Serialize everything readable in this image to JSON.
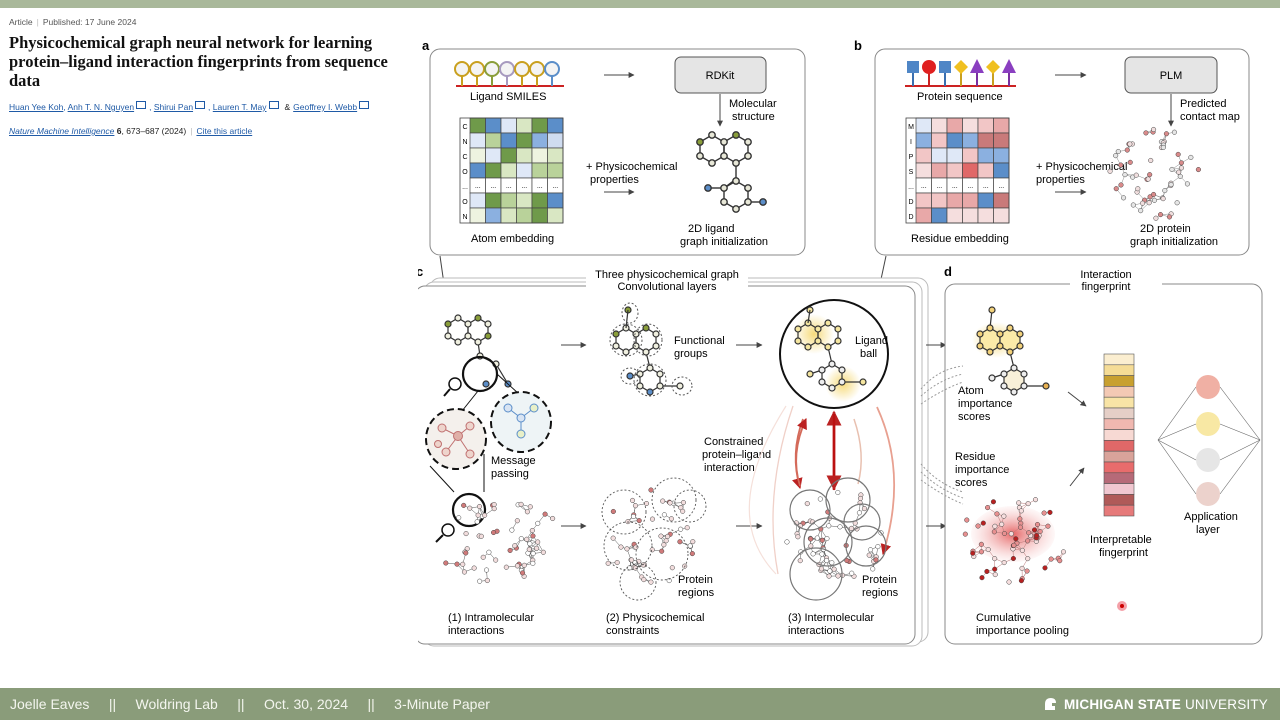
{
  "article": {
    "type": "Article",
    "published": "Published: 17 June 2024",
    "title": "Physicochemical graph neural network for learning protein–ligand interaction fingerprints from sequence data",
    "authors": [
      "Huan Yee Koh",
      "Anh T. N. Nguyen",
      "Shirui Pan",
      "Lauren T. May",
      "Geoffrey I. Webb"
    ],
    "and": "&",
    "journal": "Nature Machine Intelligence",
    "volume": "6",
    "pages": ", 673–687 (2024)",
    "cite": "Cite this article"
  },
  "figure": {
    "a": {
      "letter": "a",
      "smiles_label": "Ligand SMILES",
      "rdkit": "RDKit",
      "mol_structure": [
        "Molecular",
        "structure"
      ],
      "physchem": [
        "+ Physicochemical",
        "properties"
      ],
      "atom_embedding": "Atom embedding",
      "graph_init": [
        "2D ligand",
        "graph initialization"
      ],
      "row_labels": [
        "C",
        "N",
        "C",
        "O",
        "...",
        "O",
        "N"
      ]
    },
    "b": {
      "letter": "b",
      "seq_label": "Protein sequence",
      "plm": "PLM",
      "contact": [
        "Predicted",
        "contact map"
      ],
      "physchem": [
        "+ Physicochemical",
        "properties"
      ],
      "residue_embedding": "Residue embedding",
      "graph_init": [
        "2D protein",
        "graph initialization"
      ],
      "row_labels": [
        "M",
        "I",
        "P",
        "S",
        "...",
        "D",
        "D"
      ]
    },
    "c": {
      "letter": "c",
      "header": [
        "Three physicochemical graph",
        "Convolutional layers"
      ],
      "functional": [
        "Functional",
        "groups"
      ],
      "ligand_ball": [
        "Ligand",
        "ball"
      ],
      "message": [
        "Message",
        "passing"
      ],
      "constrained": [
        "Constrained",
        "protein–ligand",
        "interaction"
      ],
      "protein_regions": [
        "Protein",
        "regions"
      ],
      "step1": [
        "(1) Intramolecular",
        "interactions"
      ],
      "step2": [
        "(2) Physicochemical",
        "constraints"
      ],
      "step3": [
        "(3) Intermolecular",
        "interactions"
      ]
    },
    "d": {
      "letter": "d",
      "header": [
        "Interaction",
        "fingerprint"
      ],
      "atom_scores": [
        "Atom",
        "importance",
        "scores"
      ],
      "residue_scores": [
        "Residue",
        "importance",
        "scores"
      ],
      "interpretable": [
        "Interpretable",
        "fingerprint"
      ],
      "application": [
        "Application",
        "layer"
      ],
      "pooling": [
        "Cumulative",
        "importance pooling"
      ],
      "fingerprint_colors": [
        "#fbeed0",
        "#f5dc96",
        "#c8a030",
        "#f3c9b4",
        "#f8e4a6",
        "#e5cfc7",
        "#f0b8b0",
        "#f7d9d3",
        "#e06868",
        "#d9a39a",
        "#e86c6c",
        "#b66a78",
        "#f0c7d0",
        "#b05a58",
        "#e67a7a"
      ]
    }
  },
  "footer": {
    "text": "Joelle Eaves     ||     Woldring Lab     ||     Oct. 30, 2024     ||     3-Minute Paper",
    "logo_bold": "MICHIGAN STATE",
    "logo_rest": " UNIVERSITY"
  },
  "colors": {
    "topbar": "#a9b89a",
    "footer": "#8a9c7a",
    "link": "#1f5aa6"
  }
}
